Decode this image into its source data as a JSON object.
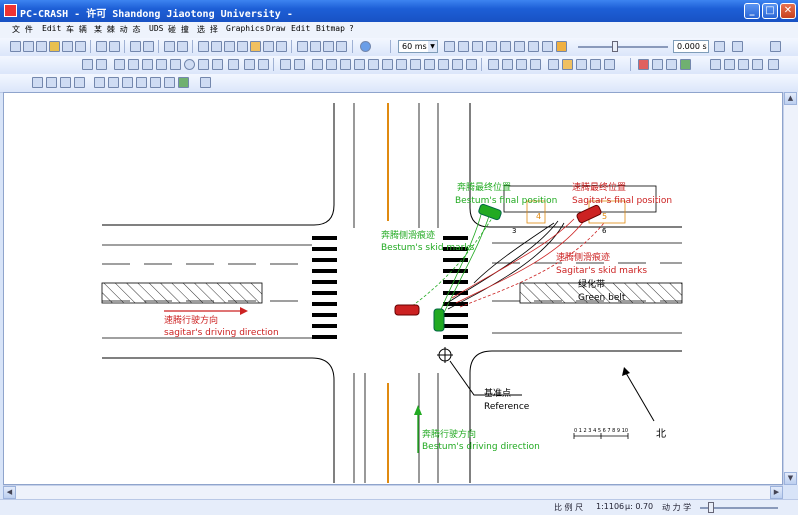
{
  "window": {
    "title": "PC-CRASH - 许可 Shandong Jiaotong University -",
    "minimize_glyph": "_",
    "maximize_glyph": "□",
    "close_glyph": "✕"
  },
  "menu": [
    "文 件",
    "Edit",
    "车 辆",
    "某 棘 动 态",
    "UDS",
    "碰 撞",
    "选 择",
    "Graphics",
    "Draw",
    "Edit",
    "Bitmap",
    "?"
  ],
  "toolbar": {
    "time_step": "60 ms",
    "time_value": "0.000 s"
  },
  "drawing": {
    "labels": {
      "bestum_final_cn": "奔腾最终位置",
      "bestum_final_en": "Bestum's final position",
      "sagitar_final_cn": "速腾最终位置",
      "sagitar_final_en": "Sagitar's final position",
      "bestum_skid_cn": "奔腾侧滑痕迹",
      "bestum_skid_en": "Bestum's skid marks",
      "sagitar_skid_cn": "速腾侧滑痕迹",
      "sagitar_skid_en": "Sagitar's skid marks",
      "green_belt_cn": "绿化带",
      "green_belt_en": "Green belt",
      "sagitar_dir_cn": "速腾行驶方向",
      "sagitar_dir_en": "sagitar's driving direction",
      "bestum_dir_cn": "奔腾行驶方向",
      "bestum_dir_en": "Bestum's driving direction",
      "reference_cn": "基准点",
      "reference_en": "Reference",
      "north": "北",
      "scale_ticks": "0 1 2 3 4 5 6 7 8 9 10",
      "mark_3": "3",
      "mark_4": "4",
      "mark_5": "5",
      "mark_6": "6"
    },
    "colors": {
      "green": "#22aa22",
      "red": "#cc2222",
      "orange": "#e08a10"
    }
  },
  "status": {
    "scale_label": "比 例 尺",
    "scale_value": "1:1106",
    "mu_label": "μ: 0.70",
    "dynamics_label": "动 力 学"
  }
}
